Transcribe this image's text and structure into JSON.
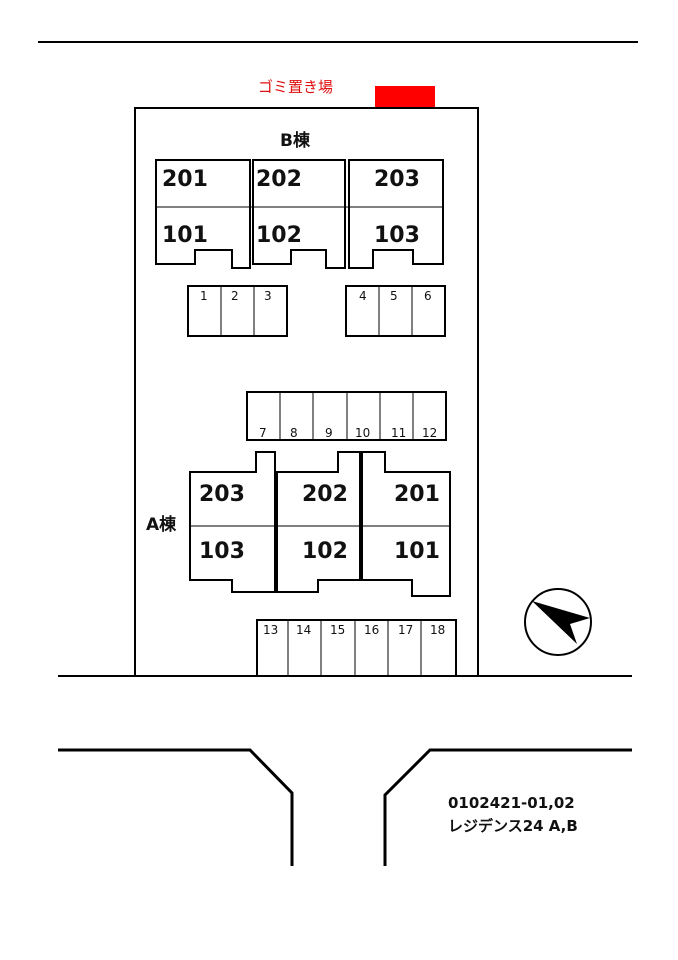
{
  "garbage_label": "ゴミ置き場",
  "building_b": {
    "label": "B棟",
    "units_upper": [
      "201",
      "202",
      "203"
    ],
    "units_lower": [
      "101",
      "102",
      "103"
    ]
  },
  "building_a": {
    "label": "A棟",
    "units_upper": [
      "203",
      "202",
      "201"
    ],
    "units_lower": [
      "103",
      "102",
      "101"
    ]
  },
  "parking_row1_left": [
    "1",
    "2",
    "3"
  ],
  "parking_row1_right": [
    "4",
    "5",
    "6"
  ],
  "parking_row2": [
    "7",
    "8",
    "9",
    "10",
    "11",
    "12"
  ],
  "parking_row3": [
    "13",
    "14",
    "15",
    "16",
    "17",
    "18"
  ],
  "property_code": "0102421-01,02",
  "property_name": "レジデンス24 A,B",
  "colors": {
    "garbage": "#ff0000",
    "line": "#000000"
  },
  "icons": {
    "compass": "north-arrow-icon"
  }
}
